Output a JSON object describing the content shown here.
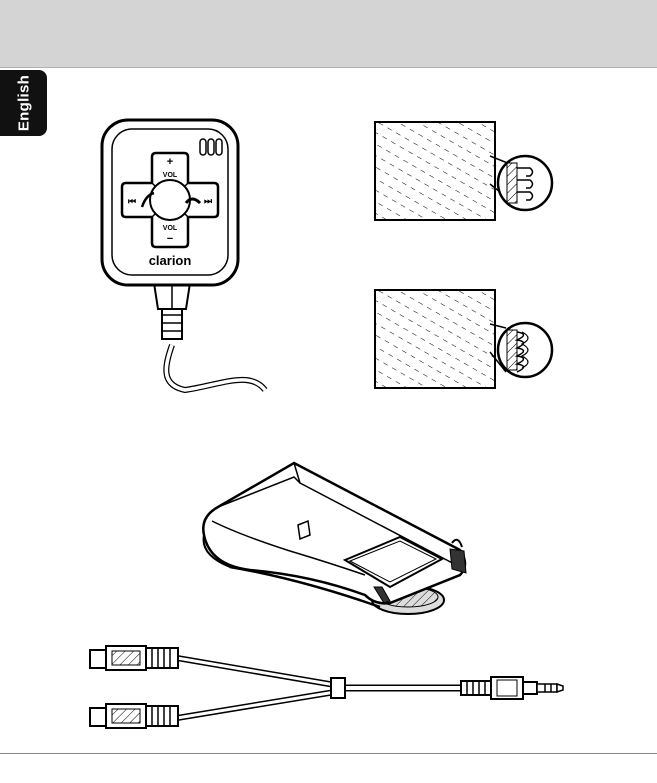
{
  "sidebar_tab": {
    "label": "English"
  },
  "remote": {
    "brand": "clarion",
    "vol_up": "VOL",
    "vol_down": "VOL",
    "plus": "+",
    "minus": "−",
    "prev": "⏮",
    "next": "⏭"
  },
  "colors": {
    "header": "#d4d4d4",
    "tab": "#111111",
    "ink": "#000000"
  }
}
